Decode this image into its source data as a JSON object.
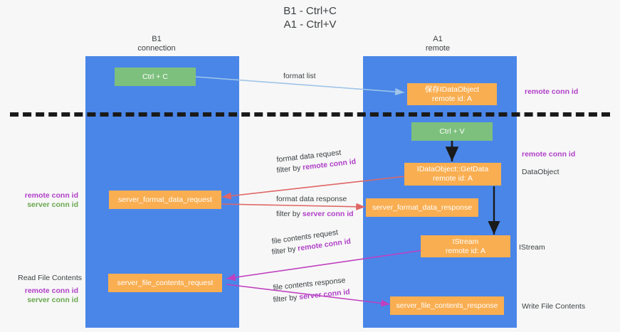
{
  "title": "B1 - Ctrl+C\nA1 - Ctrl+V",
  "lanes": [
    {
      "name": "lane-b1",
      "header": "B1\nconnection"
    },
    {
      "name": "lane-a1",
      "header": "A1\nremote"
    }
  ],
  "boxes": {
    "ctrl_c": "Ctrl + C",
    "ctrl_v": "Ctrl + V",
    "idataobject_remote": "保存IDataObject\nremote id: A",
    "getdata": "IDataObject::GetData\nremote id: A",
    "istream": "IStream\nremote id: A",
    "server_format_data_request": "server_format_data_request",
    "server_format_data_response": "server_format_data_response",
    "server_file_contents_request": "server_file_contents_request",
    "server_file_contents_response": "server_file_contents_response"
  },
  "edge_labels": {
    "format_list": "format list",
    "format_data_request": "format data request",
    "format_data_request_filter_prefix": "filter by ",
    "format_data_request_filter_key": "remote conn id",
    "format_data_response": "format data response",
    "format_data_response_filter_prefix": "filter by ",
    "format_data_response_filter_key": "server conn id",
    "file_contents_request": "file contents request",
    "file_contents_request_filter_prefix": "filter by ",
    "file_contents_request_filter_key": "remote conn id",
    "file_contents_response": "file contents response",
    "file_contents_response_filter_prefix": "filter by ",
    "file_contents_response_filter_key": "server conn id"
  },
  "annotations": {
    "right_remote_conn_id_top": "remote conn id",
    "right_remote_conn_id_mid": "remote conn id",
    "right_dataobject": "DataObject",
    "right_istream": "IStream",
    "right_write_file_contents": "Write File Contents",
    "left_remote_conn_id": "remote conn id",
    "left_server_conn_id": "server conn id",
    "left_read_file_contents": "Read File Contents",
    "left_remote_conn_id_2": "remote conn id",
    "left_server_conn_id_2": "server conn id"
  },
  "colors": {
    "lane": "#4a86e8",
    "green_box": "#7dc07d",
    "orange_box": "#f9ae51",
    "remote_conn_id": "#b040c8",
    "server_conn_id": "#6aa84f",
    "arrow_format_list": "#9fc5e8",
    "arrow_format_data": "#e06666",
    "arrow_file_contents": "#c040c0",
    "arrow_black": "#1a1a1a",
    "background": "#f7f7f7"
  }
}
